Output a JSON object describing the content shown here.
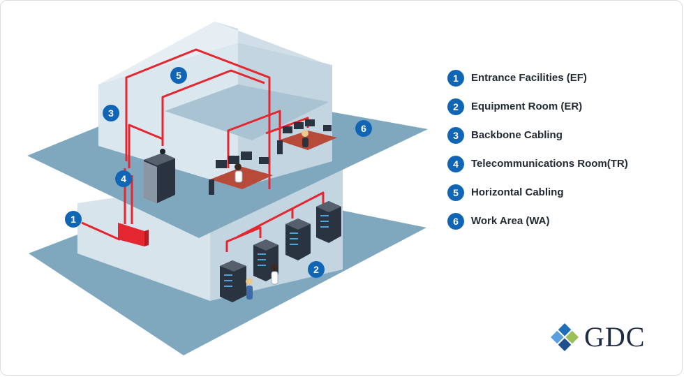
{
  "legend": {
    "items": [
      {
        "number": "1",
        "label": "Entrance Facilities (EF)"
      },
      {
        "number": "2",
        "label": "Equipment Room (ER)"
      },
      {
        "number": "3",
        "label": "Backbone Cabling"
      },
      {
        "number": "4",
        "label": "Telecommunications Room(TR)"
      },
      {
        "number": "5",
        "label": "Horizontal Cabling"
      },
      {
        "number": "6",
        "label": "Work Area (WA)"
      }
    ]
  },
  "markers": [
    "1",
    "2",
    "3",
    "4",
    "5",
    "6"
  ],
  "logo": {
    "text": "GDC"
  },
  "colors": {
    "cable": "#e3262f",
    "badge": "#1066b4",
    "floor": "#7fa8bf",
    "wall_light": "#dbe7ee",
    "wall_mid": "#c3d5e0",
    "rack": "#2a3440",
    "desk": "#b84a3a"
  }
}
